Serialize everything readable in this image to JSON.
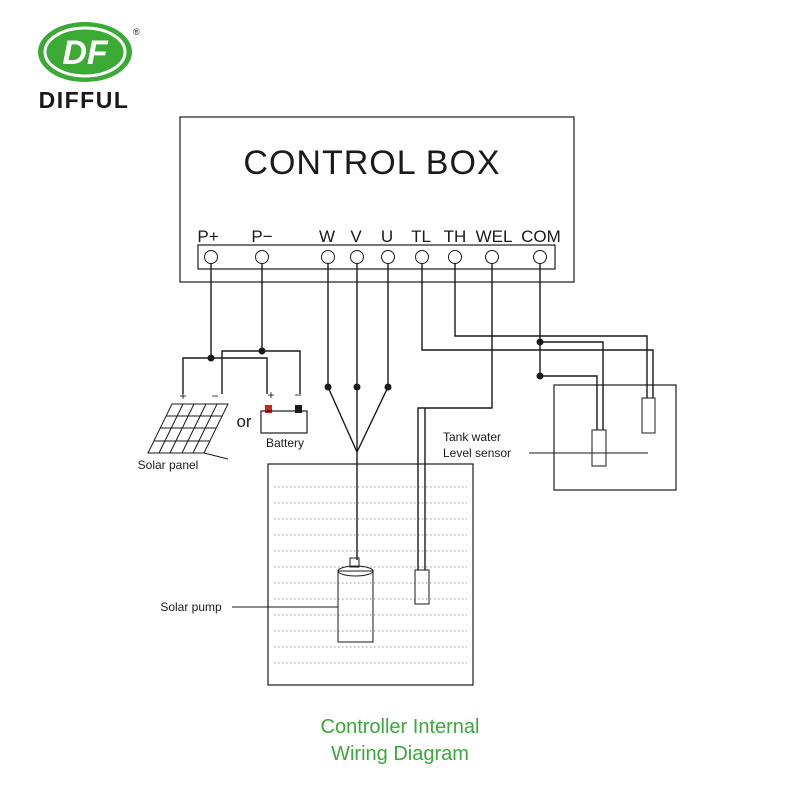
{
  "brand": {
    "name": "DIFFUL",
    "logo_mark": "DF",
    "logo_color": "#3aaa35",
    "registered_mark": "®"
  },
  "control_box": {
    "title": "CONTROL BOX",
    "terminals": [
      "P+",
      "P−",
      "W",
      "V",
      "U",
      "TL",
      "TH",
      "WEL",
      "COM"
    ]
  },
  "labels": {
    "or": "or",
    "battery": "Battery",
    "battery_plus": "+",
    "battery_minus": "−",
    "panel_plus": "+",
    "panel_minus": "−",
    "solar_panel": "Solar panel",
    "tank_sensor_line1": "Tank water",
    "tank_sensor_line2": "Level sensor",
    "solar_pump": "Solar pump"
  },
  "caption": {
    "line1": "Controller Internal",
    "line2": "Wiring Diagram",
    "color": "#3aa83a"
  }
}
